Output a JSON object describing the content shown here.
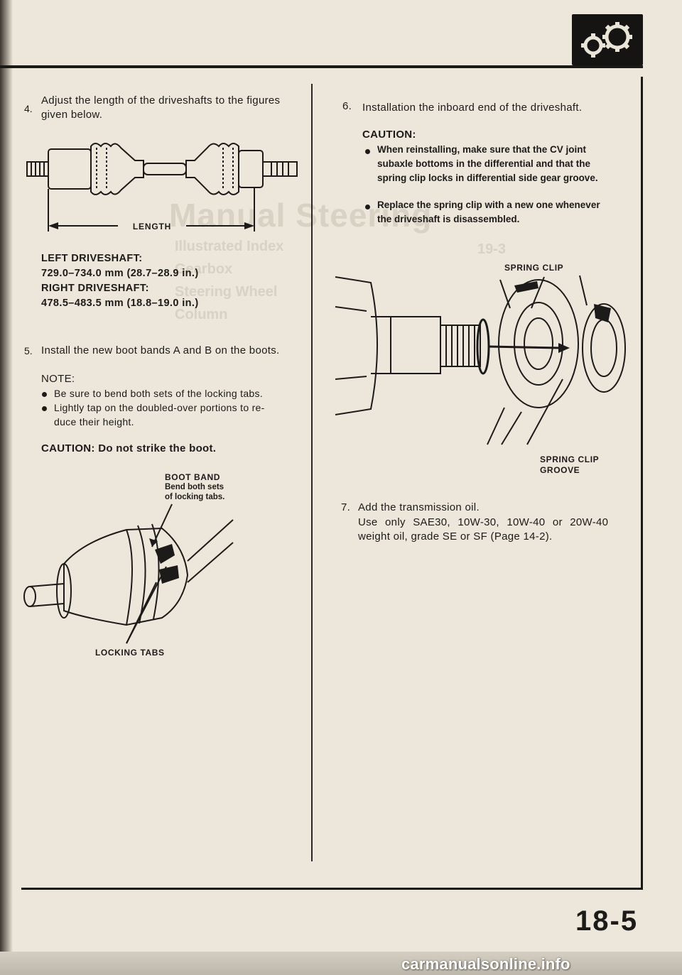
{
  "page": {
    "number": "18-5",
    "watermark": "carmanualsonline.info"
  },
  "ghost_text": {
    "title": "Manual Steering",
    "lines": [
      "Illustrated Index",
      "Gearbox",
      "Steering Wheel",
      "Column"
    ],
    "page_ref": "19-3"
  },
  "left": {
    "step4": {
      "number": "4.",
      "text_line1": "Adjust the length of the driveshafts to the figures",
      "text_line2": "given below."
    },
    "diagram1": {
      "length_label": "LENGTH"
    },
    "specs": {
      "left_label": "LEFT DRIVESHAFT:",
      "left_value": "729.0–734.0 mm (28.7–28.9 in.)",
      "right_label": "RIGHT DRIVESHAFT:",
      "right_value": "478.5–483.5 mm (18.8–19.0 in.)"
    },
    "step5": {
      "number": "5.",
      "text": "Install the new boot bands A and B on the boots.",
      "note_label": "NOTE:",
      "note_bullets": [
        "Be sure to bend both sets of the locking tabs.",
        "Lightly tap on the doubled-over portions to re-",
        "duce their height."
      ],
      "caution": "CAUTION: Do not strike the boot."
    },
    "diagram2": {
      "boot_band_label": "BOOT BAND",
      "boot_band_note_line1": "Bend both sets",
      "boot_band_note_line2": "of locking tabs.",
      "locking_tabs_label": "LOCKING TABS"
    }
  },
  "right": {
    "step6": {
      "number": "6.",
      "text": "Installation the inboard end of the driveshaft.",
      "caution_label": "CAUTION:",
      "bullet1_lines": [
        "When reinstalling, make sure that the CV joint",
        "subaxle bottoms in the differential and that the",
        "spring clip locks in differential side gear groove."
      ],
      "bullet2_lines": [
        "Replace the spring clip with a new one whenever",
        "the driveshaft is disassembled."
      ]
    },
    "diagram3": {
      "spring_clip_label": "SPRING CLIP",
      "groove_label_line1": "SPRING CLIP",
      "groove_label_line2": "GROOVE"
    },
    "step7": {
      "number": "7.",
      "text": "Add the transmission oil.",
      "line2": "Use only SAE30, 10W-30, 10W-40 or 20W-40",
      "line3": "weight oil, grade SE or SF (Page 14-2)."
    }
  }
}
